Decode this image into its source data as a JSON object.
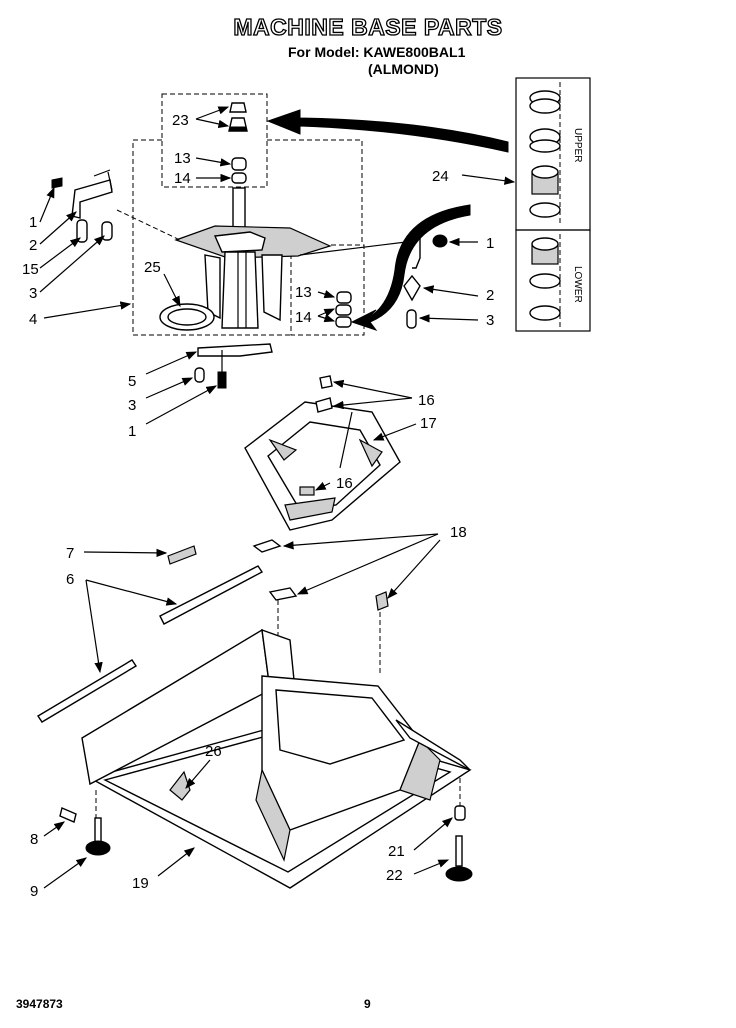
{
  "header": {
    "title": "MACHINE BASE PARTS",
    "model_line": "For Model: KAWE800BAL1",
    "color_line": "(ALMOND)"
  },
  "footer": {
    "doc_number": "3947873",
    "page_number": "9"
  },
  "inset_labels": {
    "upper": "UPPER",
    "lower": "LOWER"
  },
  "callouts": {
    "c23": "23",
    "c13a": "13",
    "c14a": "14",
    "c1a": "1",
    "c2a": "2",
    "c15": "15",
    "c3a": "3",
    "c25": "25",
    "c4": "4",
    "c24": "24",
    "c1b": "1",
    "c2b": "2",
    "c3b": "3",
    "c13b": "13",
    "c14b": "14",
    "c5": "5",
    "c3c": "3",
    "c1c": "1",
    "c16a": "16",
    "c17": "17",
    "c16b": "16",
    "c7": "7",
    "c18": "18",
    "c6": "6",
    "c26": "26",
    "c8": "8",
    "c9": "9",
    "c19": "19",
    "c21": "21",
    "c22": "22"
  }
}
